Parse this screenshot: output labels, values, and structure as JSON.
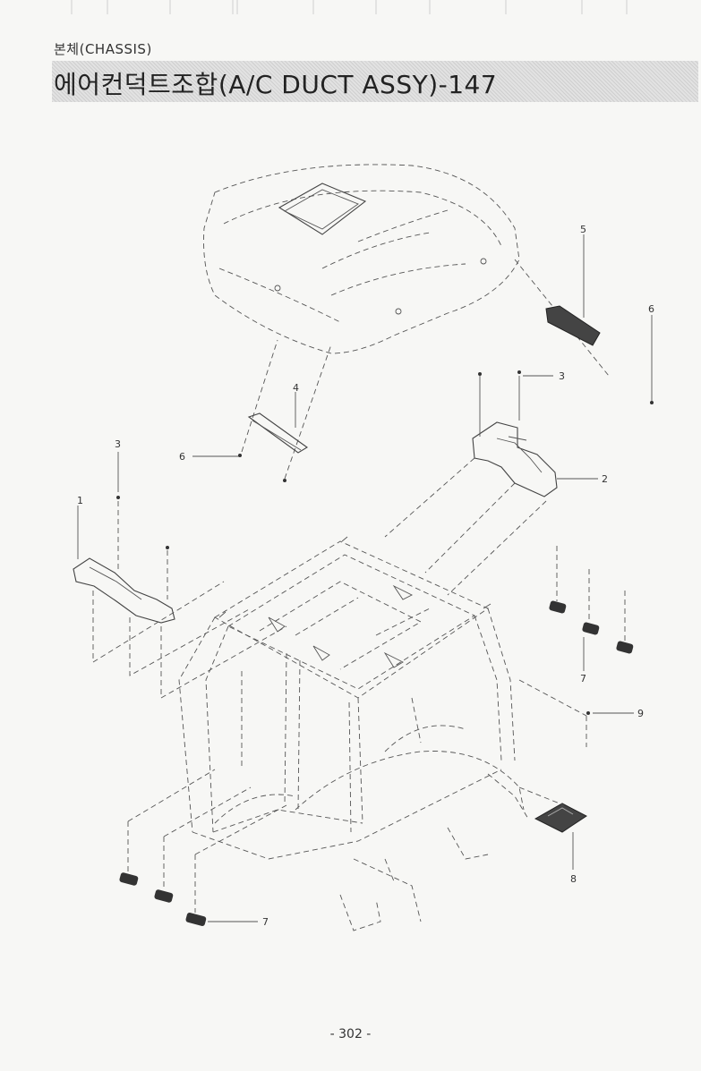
{
  "header": {
    "subtitle": "본체(CHASSIS)",
    "title": "에어컨덕트조합(A/C DUCT ASSY)-147"
  },
  "callouts": {
    "c1": "1",
    "c2": "2",
    "c3a": "3",
    "c3b": "3",
    "c4": "4",
    "c5": "5",
    "c6a": "6",
    "c6b": "6",
    "c7a": "7",
    "c7b": "7",
    "c8": "8",
    "c9": "9"
  },
  "footer": {
    "page_number": "- 302 -"
  }
}
